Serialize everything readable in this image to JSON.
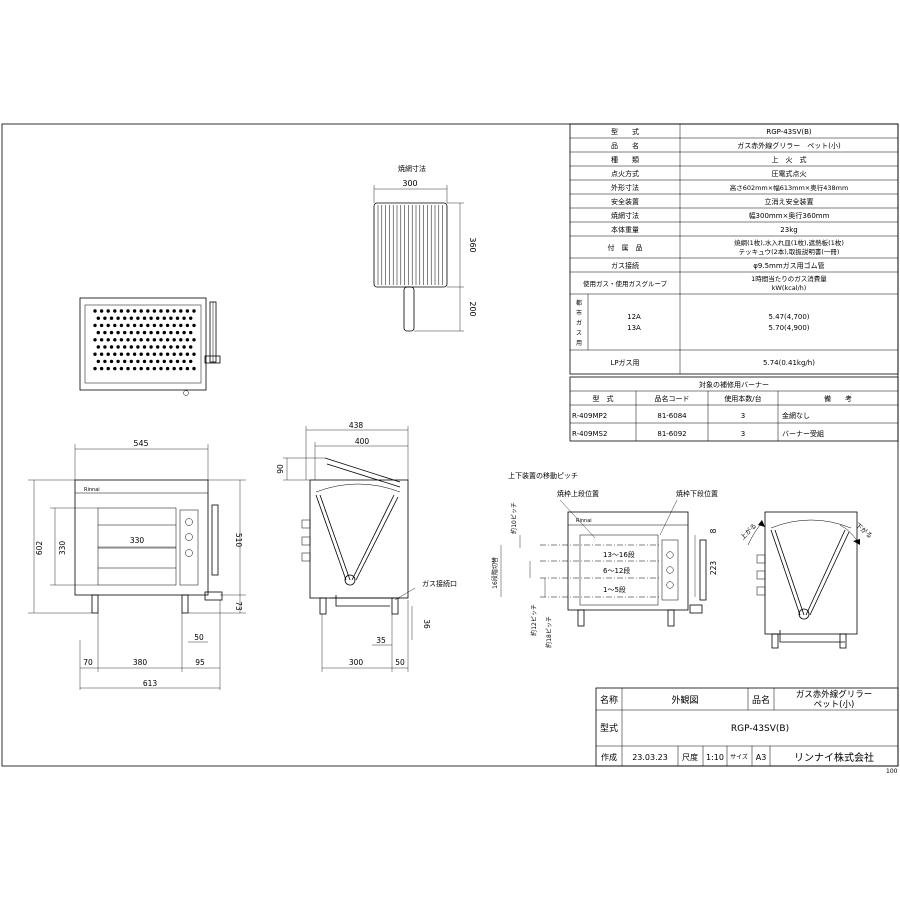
{
  "spec_table": {
    "rows": [
      {
        "label": "型　　式",
        "value": "RGP-43SV(B)"
      },
      {
        "label": "品　　名",
        "value": "ガス赤外線グリラー　ペット(小)"
      },
      {
        "label": "種　　類",
        "value": "上　火　式"
      },
      {
        "label": "点火方式",
        "value": "圧電式点火"
      },
      {
        "label": "外形寸法",
        "value": "高さ602mm×幅613mm×奥行438mm"
      },
      {
        "label": "安全装置",
        "value": "立消え安全装置"
      },
      {
        "label": "焼網寸法",
        "value": "幅300mm×奥行360mm"
      },
      {
        "label": "本体重量",
        "value": "23kg"
      },
      {
        "label": "付　属　品",
        "value": "焼網(1枚),水入れ皿(1枚),遮熱板(1枚)",
        "value2": "テッキュウ(2本),取扱説明書(一冊)"
      },
      {
        "label": "ガス接続",
        "value": "φ9.5mmガス用ゴム管"
      },
      {
        "label": "使用ガス・使用ガスグループ",
        "value": "1時間当たりのガス消費量",
        "value2": "kW(kcal/h)"
      }
    ],
    "city_gas_label": "都市ガス用",
    "city_gas": [
      {
        "group": "12A",
        "value": "5.47(4,700)"
      },
      {
        "group": "13A",
        "value": "5.70(4,900)"
      }
    ],
    "lp_gas": {
      "label": "LPガス用",
      "value": "5.74(0.41kg/h)"
    }
  },
  "burner_table": {
    "title": "対象の補修用バーナー",
    "headers": [
      "型　式",
      "品名コード",
      "使用本数/台",
      "備　　考"
    ],
    "rows": [
      [
        "R-409MP2",
        "81-6084",
        "3",
        "金網なし"
      ],
      [
        "R-409MS2",
        "81-6092",
        "3",
        "バーナー受組"
      ]
    ]
  },
  "grill_net": {
    "title": "焼網寸法",
    "width": "300",
    "depth": "360",
    "handle": "200"
  },
  "front_view": {
    "top_width": "545",
    "inner_width": "330",
    "inner_height": "330",
    "total_height": "602",
    "body_height": "510",
    "foot_height": "73",
    "dim_50": "50",
    "left": "70",
    "middle": "380",
    "right": "95",
    "total_width": "613",
    "brand": "Rinnai"
  },
  "side_view": {
    "total_depth": "438",
    "inner_depth": "400",
    "lid_height": "90",
    "gas_label": "ガス接続口",
    "dim_35": "35",
    "dim_36": "36",
    "bottom_depth": "300",
    "dim_50": "50"
  },
  "shift_view": {
    "title": "上下装置の移動ピッチ",
    "upper_label": "焼枠上段位置",
    "lower_label": "焼枠下段位置",
    "pitch_10": "約10ピッチ",
    "pitch_12": "約12ピッチ",
    "pitch_18": "約18ピッチ",
    "switch_16": "16段階切替",
    "levels": [
      "13～16段",
      "6～12段",
      "1～5段"
    ],
    "dim_223": "223",
    "dim_8": "8",
    "up_label": "上がる",
    "down_label": "下がる"
  },
  "title_block": {
    "name_label": "名称",
    "name_value": "外観図",
    "product_label": "品名",
    "product_value": "ガス赤外線グリラー",
    "product_value2": "ペット(小)",
    "model_label": "型式",
    "model_value": "RGP-43SV(B)",
    "made_label": "作成",
    "made_date": "23.03.23",
    "scale_label": "尺度",
    "scale_value": "1:10",
    "size_label": "サイズ",
    "size_value": "A3",
    "company": "リンナイ株式会社",
    "corner_number": "100"
  }
}
